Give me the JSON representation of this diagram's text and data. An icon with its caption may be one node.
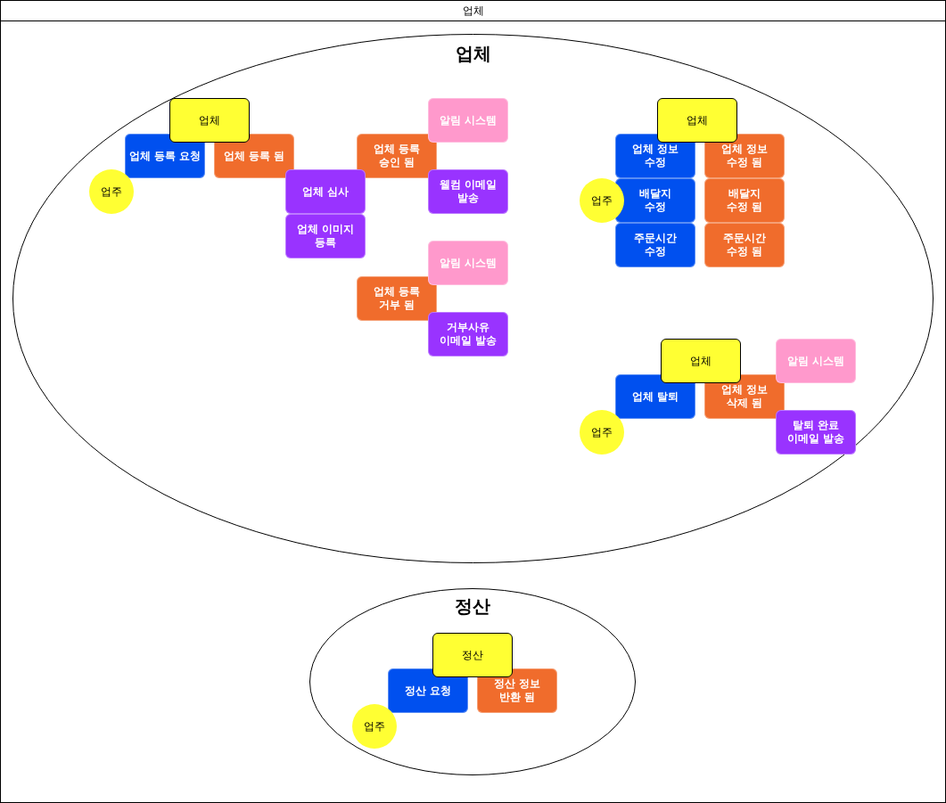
{
  "diagram": {
    "nodes": [
      {
        "text": [
          "업체"
        ]
      },
      {
        "text": [
          "업체"
        ],
        "in": 0
      },
      {
        "text": [
          "업체"
        ],
        "in": 1
      },
      {
        "text": [
          "업체 등록 요청"
        ],
        "in": 1
      },
      {
        "text": [
          "업체 등록 됨"
        ],
        "in": 1
      },
      {
        "text": [
          "업주"
        ],
        "in": 1
      },
      {
        "text": [
          "업체 심사"
        ],
        "in": 1
      },
      {
        "text": [
          "업체 이미지 등록"
        ],
        "in": 1
      },
      {
        "text": [
          "업체 등록 승인 됨"
        ],
        "in": 1
      },
      {
        "text": [
          "알림 시스템"
        ],
        "in": 1
      },
      {
        "text": [
          "웰컴 이메일 발송"
        ],
        "in": 1
      },
      {
        "text": [
          "알림 시스템"
        ],
        "in": 1
      },
      {
        "text": [
          "업체 등록 거부 됨"
        ],
        "in": 1
      },
      {
        "text": [
          "거부사유 이메일 발송"
        ],
        "in": 1
      },
      {
        "text": [
          "업체"
        ],
        "in": 1
      },
      {
        "text": [
          "업체 정보 수정"
        ],
        "in": 1
      },
      {
        "text": [
          "업체 정보 수정 됨"
        ],
        "in": 1
      },
      {
        "text": [
          "업주"
        ],
        "in": 1
      },
      {
        "text": [
          "배달지 수정"
        ],
        "in": 1
      },
      {
        "text": [
          "배달지 수정 됨"
        ],
        "in": 1
      },
      {
        "text": [
          "주문시간 수정"
        ],
        "in": 1
      },
      {
        "text": [
          "주문시간 수정 됨"
        ],
        "in": 1
      },
      {
        "text": [
          "업체"
        ],
        "in": 1
      },
      {
        "text": [
          "알림 시스템"
        ],
        "in": 1
      },
      {
        "text": [
          "업체 탈퇴"
        ],
        "in": 1
      },
      {
        "text": [
          "업체 정보 삭제 됨"
        ],
        "in": 1
      },
      {
        "text": [
          "업주"
        ],
        "in": 1
      },
      {
        "text": [
          "탈퇴 완료 이메일 발송"
        ],
        "in": 1
      },
      {
        "text": [
          "정산"
        ],
        "in": 0
      },
      {
        "text": [
          "정산"
        ],
        "in": 28
      },
      {
        "text": [
          "정산 요청"
        ],
        "in": 28
      },
      {
        "text": [
          "정산 정보 반환 됨"
        ],
        "in": 28
      },
      {
        "text": [
          "업주"
        ],
        "in": 28
      }
    ]
  }
}
